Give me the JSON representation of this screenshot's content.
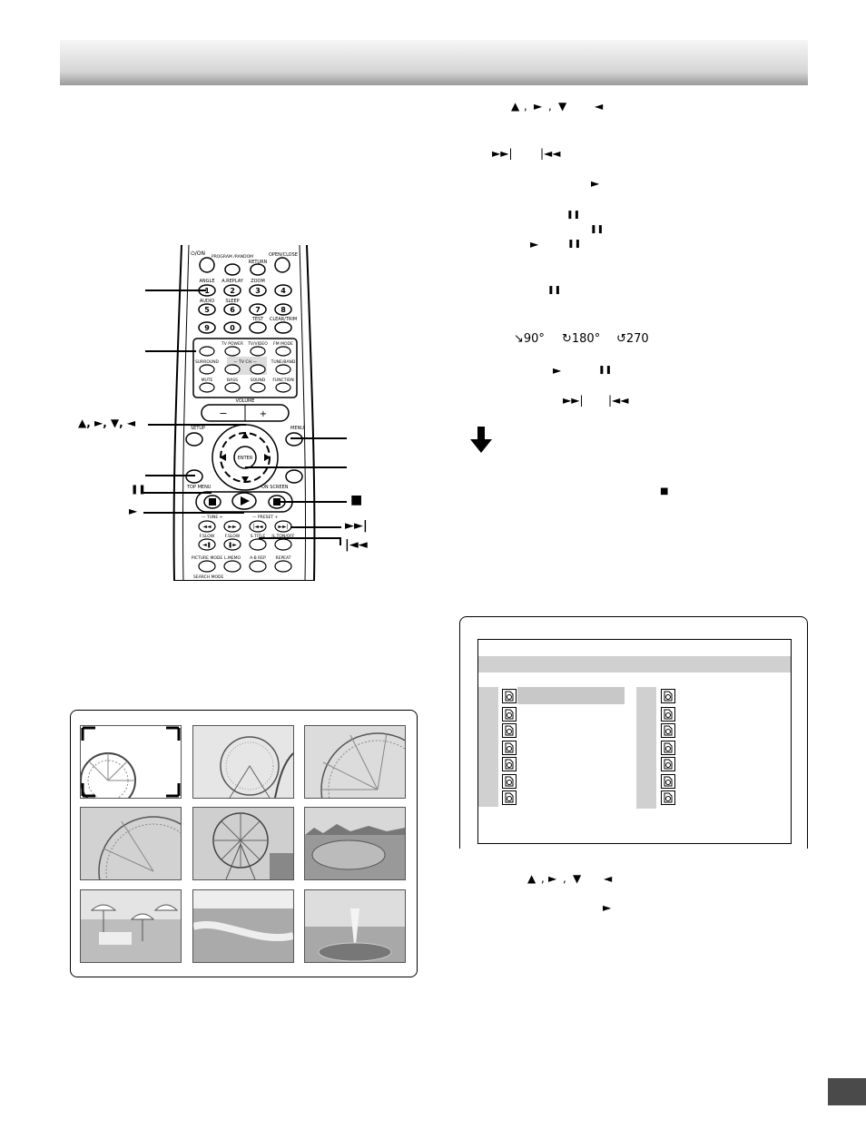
{
  "header": {
    "title": ""
  },
  "remote": {
    "row1": [
      "⏻/ON",
      "PROGRAM /RANDOM",
      "RETURN",
      "OPEN/CLOSE"
    ],
    "row2_labels": [
      "ANGLE",
      "A.REPLAY",
      "ZOOM",
      ""
    ],
    "row2_keys": [
      "1",
      "2",
      "3",
      "4"
    ],
    "row3_labels": [
      "AUDIO",
      "SLEEP",
      "",
      ""
    ],
    "row3_keys": [
      "5",
      "6",
      "7",
      "8"
    ],
    "row4_labels": [
      "",
      "",
      "TEST",
      "CLEAR/TRIM"
    ],
    "row4_keys": [
      "9",
      "0",
      "",
      ""
    ],
    "fn_row1": [
      "",
      "TV POWER",
      "TV/VIDEO",
      "FM MODE"
    ],
    "fn_row2": [
      "SURROUND",
      "— TV CH —",
      "",
      "TUNE/BAND"
    ],
    "fn_row3": [
      "MUTE",
      "BASS",
      "SOUND",
      "FUNCTION"
    ],
    "volume": "VOLUME",
    "vol_minus": "−",
    "vol_plus": "+",
    "setup": "SETUP",
    "menu": "MENU",
    "enter": "ENTER",
    "top_menu": "TOP MENU",
    "on_screen": "ON SCREEN",
    "tune": "— TUNE +",
    "preset": "— PRESET +",
    "bottom_row1": [
      "F.SLOW",
      "F.SLOW",
      "S.TITLE",
      "IL.TON/OFF"
    ],
    "bottom_row2": [
      "PICTURE MODE",
      "L.MEMO",
      "A-B REP",
      "REPEAT"
    ],
    "search_mode": "SEARCH MODE"
  },
  "callouts": {
    "arrows": "▲, ►, ▼, ◄",
    "pause": "❚❚",
    "play": "►",
    "stop": "■",
    "next": "►►|",
    "prev": "|◄◄"
  },
  "right_col": {
    "line1": [
      "▲",
      ",",
      "►",
      ",",
      "▼",
      "◄"
    ],
    "line2": [
      "►►|",
      "|◄◄"
    ],
    "line3": [
      "►"
    ],
    "line4": [
      "❚❚"
    ],
    "line5": [
      "❚❚"
    ],
    "line6": [
      "►",
      "❚❚"
    ],
    "line7": [
      "❚❚"
    ],
    "rotation": [
      "↘90°",
      "↻180°",
      "↺270"
    ],
    "line9": [
      "►",
      "❚❚"
    ],
    "line10": [
      "►►|",
      "|◄◄"
    ],
    "stop": "■",
    "bottom1": [
      "▲",
      ",",
      "►",
      ",",
      "▼",
      "◄"
    ],
    "bottom2": [
      "►"
    ]
  },
  "colors": {
    "accent": "#000000",
    "header": "#d6d6d6",
    "highlight": "#c8c8c8",
    "page_box": "#4a4a4a"
  }
}
